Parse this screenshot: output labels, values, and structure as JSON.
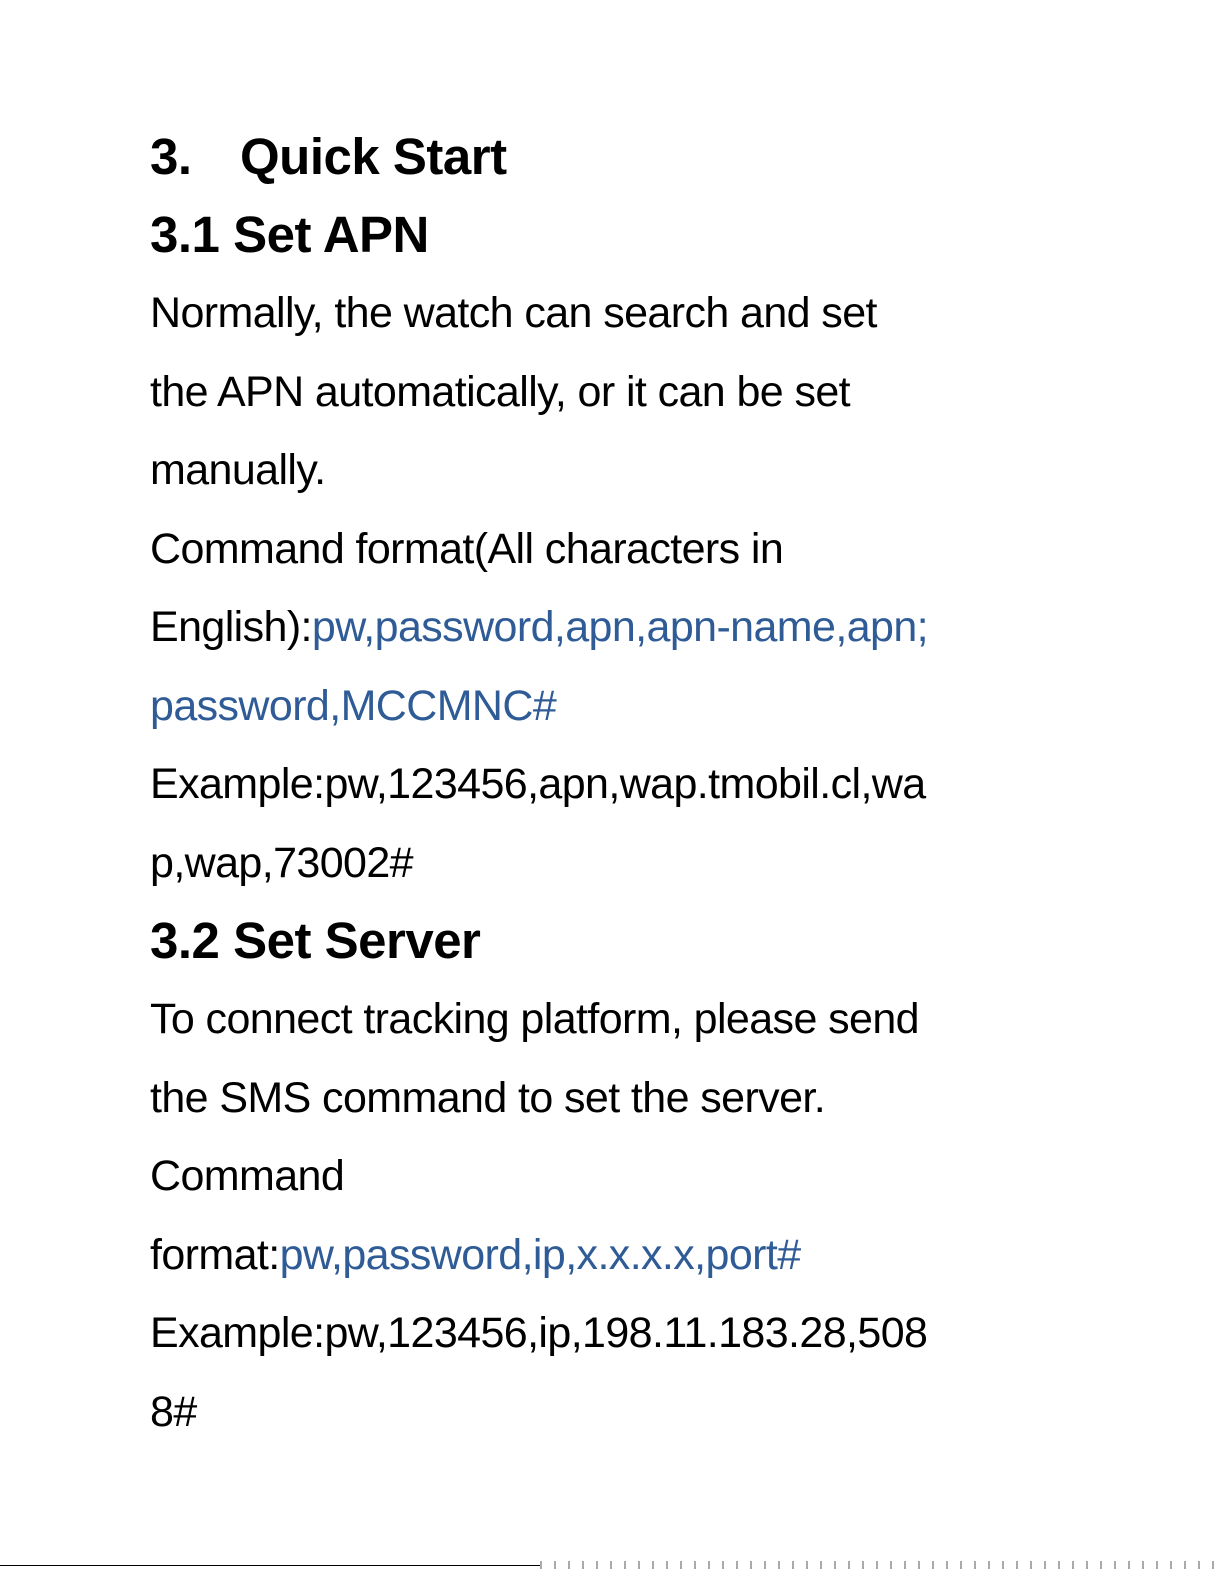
{
  "section": {
    "number": "3.",
    "title": "Quick Start"
  },
  "apn": {
    "heading": "3.1 Set APN",
    "lines": [
      "Normally, the watch can search and set",
      "the APN automatically, or it can be set",
      "manually.",
      "Command format(All characters in"
    ],
    "format_prefix": "English):",
    "format_cmd_1": "pw,password,apn,apn-name,apn;",
    "format_cmd_2": "password,MCCMNC#",
    "example_1": "Example:pw,123456,apn,wap.tmobil.cl,wa",
    "example_2": "p,wap,73002#"
  },
  "server": {
    "heading": "3.2 Set Server",
    "lines": [
      "To connect tracking platform, please send",
      "the SMS command to set the server.",
      "Command"
    ],
    "format_prefix": "format:",
    "format_cmd": "pw,password,ip,x.x.x.x,port#",
    "example_1": "Example:pw,123456,ip,198.11.183.28,508",
    "example_2": "8#"
  },
  "colors": {
    "command": "#2f5b96",
    "text": "#000000"
  }
}
